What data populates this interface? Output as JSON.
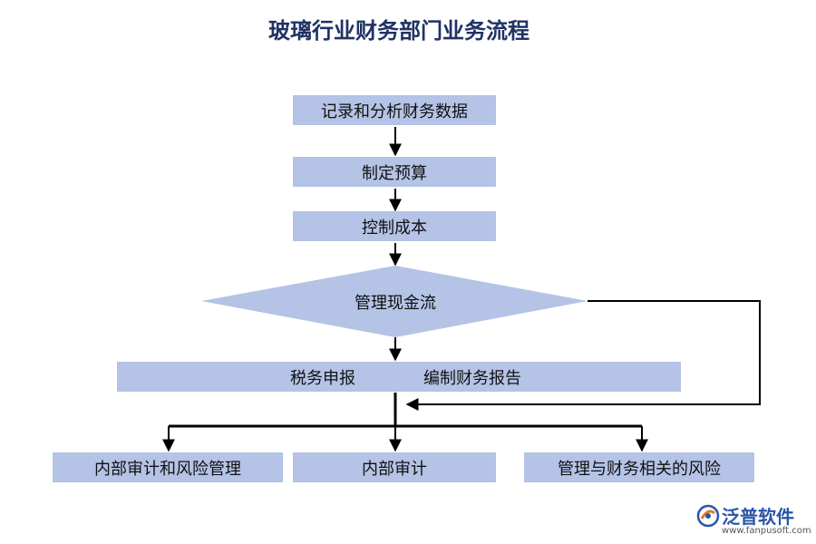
{
  "title": "玻璃行业财务部门业务流程",
  "nodes": {
    "record": "记录和分析财务数据",
    "budget": "制定预算",
    "cost": "控制成本",
    "cash": "管理现金流",
    "tax": "税务申报",
    "report": "编制财务报告",
    "audit_risk": "内部审计和风险管理",
    "audit": "内部审计",
    "finance_risk": "管理与财务相关的风险"
  },
  "colors": {
    "box_fill": "#b4c3e6",
    "line": "#000000",
    "title": "#1f3264"
  },
  "logo": {
    "name": "泛普软件",
    "url": "www.fanpusoft.com"
  }
}
